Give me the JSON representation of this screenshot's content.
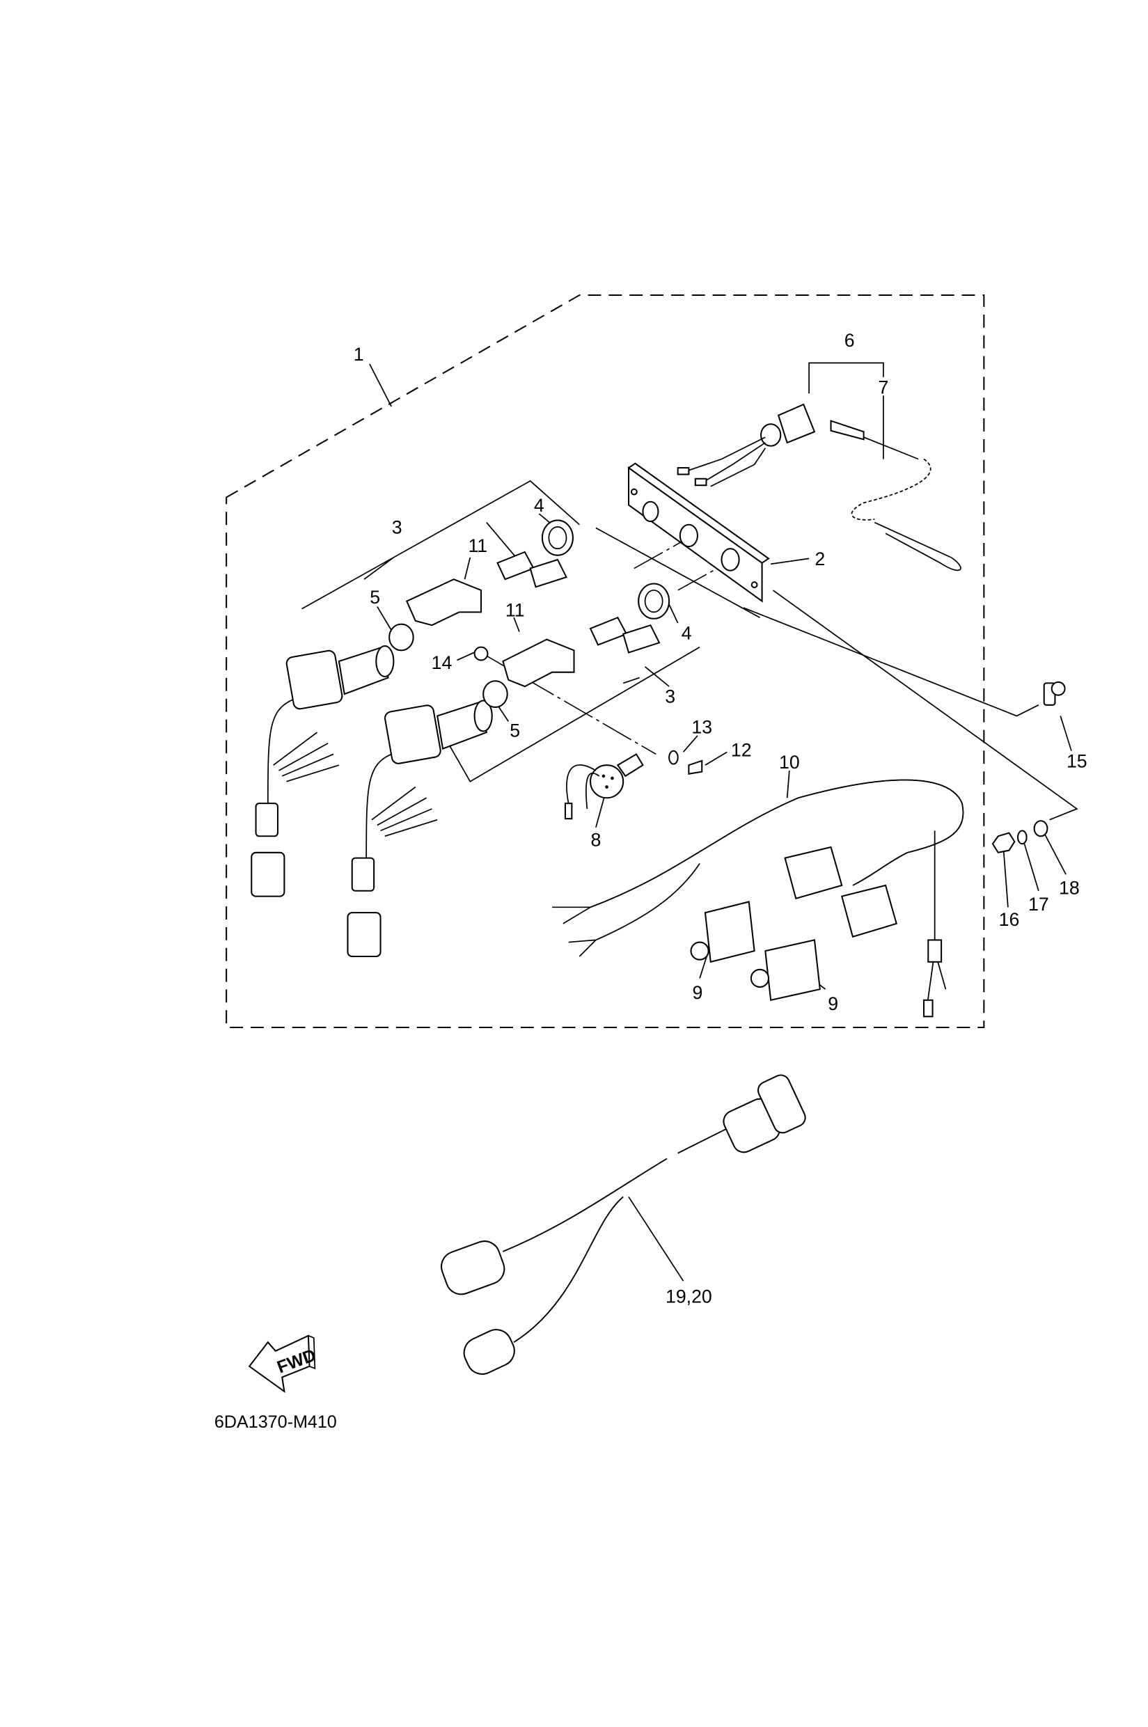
{
  "diagram": {
    "drawing_code": "6DA1370-M410",
    "fwd_arrow_text": "FWD",
    "callouts": {
      "c1": "1",
      "c2": "2",
      "c3a": "3",
      "c3b": "3",
      "c4a": "4",
      "c4b": "4",
      "c5a": "5",
      "c5b": "5",
      "c6": "6",
      "c7": "7",
      "c8": "8",
      "c9a": "9",
      "c9b": "9",
      "c10": "10",
      "c11a": "11",
      "c11b": "11",
      "c12": "12",
      "c13": "13",
      "c14": "14",
      "c15": "15",
      "c16": "16",
      "c17": "17",
      "c18": "18",
      "c19_20": "19,20"
    },
    "colors": {
      "line": "#000000",
      "background": "#ffffff"
    }
  }
}
